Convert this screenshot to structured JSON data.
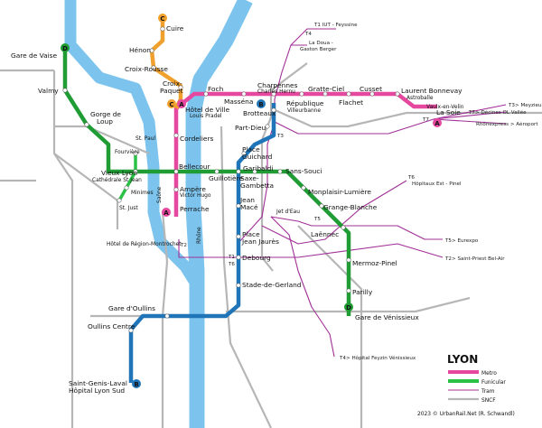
{
  "title": "LYON",
  "credit": "2023 © UrbanRail.Net (R. Schwandl)",
  "colors": {
    "river": "#7cc4ee",
    "sncf": "#b6b6b6",
    "tram": "#a02f96",
    "metro_a": "#e6489f",
    "metro_b": "#1f75b8",
    "metro_c": "#f0a02c",
    "metro_d": "#1f9c33",
    "funicular": "#29c247"
  },
  "rivers": {
    "saone": "Saône",
    "rhone": "Rhône"
  },
  "legend": [
    {
      "label": "Metro",
      "color": "#e6489f"
    },
    {
      "label": "Funicular",
      "color": "#29c247"
    },
    {
      "label": "Tram",
      "color": "#a02f96"
    },
    {
      "label": "SNCF",
      "color": "#b6b6b6"
    }
  ],
  "line_badges": {
    "a": "A",
    "b": "B",
    "c": "C",
    "d": "D"
  },
  "stations": {
    "cuire": "Cuire",
    "henon": "Hénon",
    "croix_rousse": "Croix-Rousse",
    "croix_paquet_1": "Croix-",
    "croix_paquet_2": "Paquet",
    "gare_de_vaise": "Gare de Vaise",
    "valmy": "Valmy",
    "gorge_de_loup_1": "Gorge de",
    "gorge_de_loup_2": "Loup",
    "st_paul": "St. Paul",
    "fourviere": "Fourvière",
    "vieux_lyon": "Vieux Lyon",
    "vieux_lyon_sub": "Cathédrale St Jean",
    "minimes": "Minimes",
    "st_just": "St. Just",
    "foch": "Foch",
    "hotel_de_ville": "Hôtel de Ville",
    "hotel_de_ville_sub": "Louis Pradel",
    "cordeliers": "Cordeliers",
    "bellecour": "Bellecour",
    "guillotiere": "Guillotière",
    "ampere": "Ampère",
    "ampere_sub": "Victor Hugo",
    "perrache": "Perrache",
    "massena": "Masséna",
    "charpennes": "Charpennes",
    "charpennes_sub": "Charles Hernu",
    "republique": "République",
    "republique_sub": "Villeurbanne",
    "gratte_ciel": "Gratte-Ciel",
    "flachet": "Flachet",
    "cusset": "Cusset",
    "laurent_bonnevay": "Laurent Bonnevay",
    "laurent_bonnevay_sub": "Astroballe",
    "vaulx_en_velin_1": "Vaulx-en-Velin",
    "vaulx_en_velin_2": "La Soie",
    "brotteaux": "Brotteaux",
    "part_dieu": "Part-Dieu",
    "place_guichard_1": "Place",
    "place_guichard_2": "Guichard",
    "garibaldi": "Garibaldi",
    "saxe_gambetta_1": "Saxe-",
    "saxe_gambetta_2": "Gambetta",
    "sans_souci": "Sans-Souci",
    "monplaisir": "Monplaisir-Lumière",
    "grange_blanche": "Grange-Blanche",
    "laennec": "Laënnec",
    "mermoz_pinel": "Mermoz-Pinel",
    "parilly": "Parilly",
    "gare_de_venissieux": "Gare de Vénissieux",
    "jean_mace_1": "Jean",
    "jean_mace_2": "Macé",
    "place_jean_jaures_1": "Place",
    "place_jean_jaures_2": "Jean Jaurès",
    "debourg": "Debourg",
    "stade_de_gerland": "Stade-de-Gerland",
    "gare_doullins": "Gare d'Oullins",
    "oullins_centre": "Oullins Centre",
    "saint_genis_1": "Saint-Genis-Laval",
    "saint_genis_2": "Hôpital Lyon Sud",
    "jet_deau": "Jet d'Eau",
    "hotel_de_region": "Hôtel de Région-Montrochet"
  },
  "tram_labels": {
    "t1_iut": "T1 IUT - Feyssine",
    "t4_top": "T4",
    "la_doua_1": "La Doua -",
    "la_doua_2": "Gaston Berger",
    "t3_meyzieu": "T3> Meyzieu",
    "t7_decines": "T7> Décines OL Vallée",
    "rhonexpress": "Rhônexpress > Aéroport",
    "t7": "T7",
    "t3": "T3",
    "t6_top": "T6",
    "hopitaux_est": "Hôpitaux Est - Pinel",
    "t5": "T5",
    "t5_eurexpo": "T5> Eurexpo",
    "t2_saint_priest": "T2> Saint-Priest Bel-Air",
    "t2": "T2",
    "t1": "T1",
    "t6": "T6",
    "t4_feyzin": "T4> Hôpital Feyzin Vénissieux"
  }
}
